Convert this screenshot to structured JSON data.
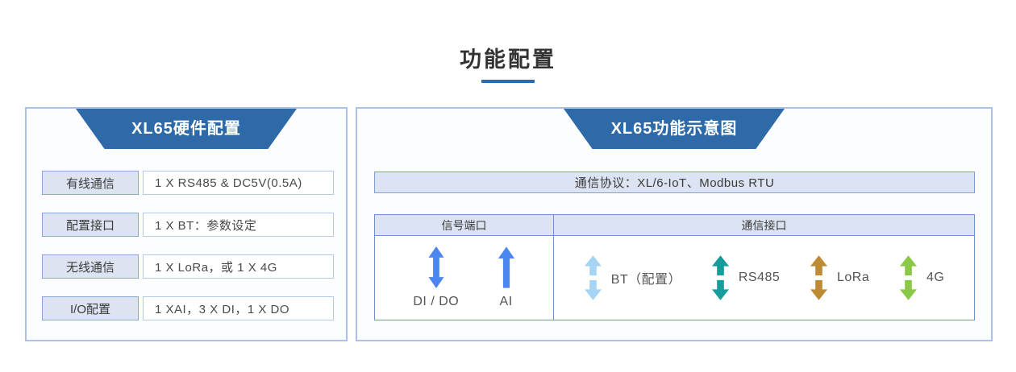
{
  "page": {
    "title": "功能配置"
  },
  "colors": {
    "header_blue": "#2e6aa8",
    "underline_blue": "#2e6aa8",
    "panel_border": "#a9c2e6",
    "cell_fill": "#dde3f1",
    "signal_arrow_blue": "#4c87f0",
    "bt_light_blue": "#a5d4f4",
    "rs485_teal": "#169c9a",
    "lora_gold": "#bd8b33",
    "g4_green": "#8ac847"
  },
  "left_panel": {
    "header": "XL65硬件配置",
    "rows": [
      {
        "label": "有线通信",
        "value": "1 X RS485 & DC5V(0.5A)"
      },
      {
        "label": "配置接口",
        "value": "1 X BT：参数设定"
      },
      {
        "label": "无线通信",
        "value": "1 X LoRa，或 1 X 4G"
      },
      {
        "label": "I/O配置",
        "value": "1 XAI，3 X DI，1 X DO"
      }
    ]
  },
  "right_panel": {
    "header": "XL65功能示意图",
    "protocol_bar": "通信协议：XL/6-IoT、Modbus RTU",
    "table": {
      "col1_header": "信号端口",
      "col2_header": "通信接口",
      "signal_ports": [
        {
          "label": "DI / DO",
          "arrow": "double",
          "color": "#4c87f0"
        },
        {
          "label": "AI",
          "arrow": "up",
          "color": "#4c87f0"
        }
      ],
      "interfaces": [
        {
          "label": "BT（配置）",
          "arrow": "split-double",
          "color": "#a5d4f4"
        },
        {
          "label": "RS485",
          "arrow": "split-double",
          "color": "#169c9a"
        },
        {
          "label": "LoRa",
          "arrow": "split-double",
          "color": "#bd8b33"
        },
        {
          "label": "4G",
          "arrow": "split-double",
          "color": "#8ac847"
        }
      ]
    }
  }
}
